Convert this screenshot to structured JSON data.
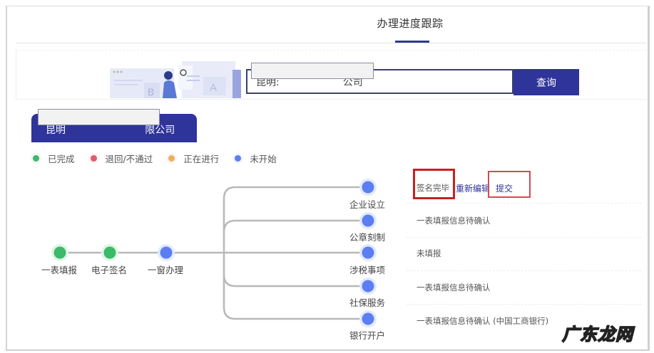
{
  "header": {
    "title": "办理进度跟踪",
    "accent_color": "#2e3499"
  },
  "search": {
    "input_value": "昆明:                    公司",
    "button_label": "查询",
    "illustration": "search-illustration"
  },
  "company_tab": {
    "label": "昆明                         限公司"
  },
  "legend": [
    {
      "label": "已完成",
      "color": "#3cb96a"
    },
    {
      "label": "退回/不通过",
      "color": "#e05a6a"
    },
    {
      "label": "正在进行",
      "color": "#f2ad5c"
    },
    {
      "label": "未开始",
      "color": "#5b7ff2"
    }
  ],
  "main_flow": [
    {
      "label": "一表填报",
      "status": "已完成"
    },
    {
      "label": "电子签名",
      "status": "已完成"
    },
    {
      "label": "一窗办理",
      "status": "未开始"
    }
  ],
  "branches": [
    {
      "label": "企业设立",
      "status": "未开始",
      "detail": "签名完毕",
      "actions": [
        "重新编辑",
        "提交"
      ]
    },
    {
      "label": "公章刻制",
      "status": "未开始",
      "detail": "一表填报信息待确认"
    },
    {
      "label": "涉税事项",
      "status": "未开始",
      "detail": "未填报"
    },
    {
      "label": "社保服务",
      "status": "未开始",
      "detail": "一表填报信息待确认"
    },
    {
      "label": "银行开户",
      "status": "未开始",
      "detail": "一表填报信息待确认 (中国工商银行)"
    }
  ],
  "watermark": "广东龙网"
}
